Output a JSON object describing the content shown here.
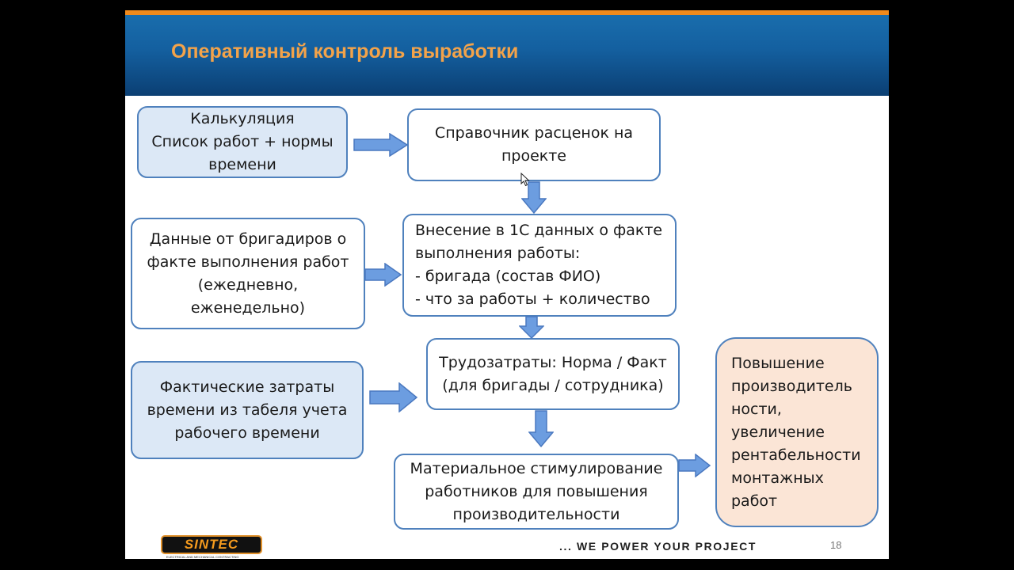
{
  "slide": {
    "title": "Оперативный контроль выработки",
    "page_number": "18",
    "tagline": "... WE POWER YOUR PROJECT",
    "logo": {
      "text": "SINTEC",
      "subtitle": "ELECTRICAL AND MECHANICAL CONTRACTING"
    }
  },
  "boxes": {
    "calculation": {
      "lines": [
        "Калькуляция",
        "Список работ + нормы",
        "времени"
      ]
    },
    "rates_directory": {
      "lines": [
        "Справочник расценок на",
        "проекте"
      ]
    },
    "foremen_data": {
      "lines": [
        "Данные от бригадиров о",
        "факте выполнения работ",
        "(ежедневно,",
        "еженедельно)"
      ]
    },
    "entry_1c": {
      "lines": [
        "Внесение в 1С данных о факте",
        "выполнения работы:",
        "- бригада (состав ФИО)",
        "- что за работы + количество"
      ]
    },
    "actual_time": {
      "lines": [
        "Фактические затраты",
        "времени из табеля учета",
        "рабочего времени"
      ]
    },
    "labor_costs": {
      "lines": [
        "Трудозатраты: Норма / Факт",
        "(для бригады / сотрудника)"
      ]
    },
    "incentives": {
      "lines": [
        "Материальное стимулирование",
        "работников для повышения",
        "производительности"
      ]
    },
    "outcome": {
      "lines": [
        "Повышение",
        "производитель",
        "ности,",
        "увеличение",
        "рентабельности",
        "монтажных",
        "работ"
      ]
    }
  },
  "colors": {
    "header_blue": "#1460a0",
    "accent_orange": "#f08a1c",
    "title_orange": "#f3a34a",
    "box_border": "#4f81bd",
    "box_light_blue": "#dce8f6",
    "box_peach": "#fbe5d6",
    "arrow_fill": "#6c9de0"
  }
}
